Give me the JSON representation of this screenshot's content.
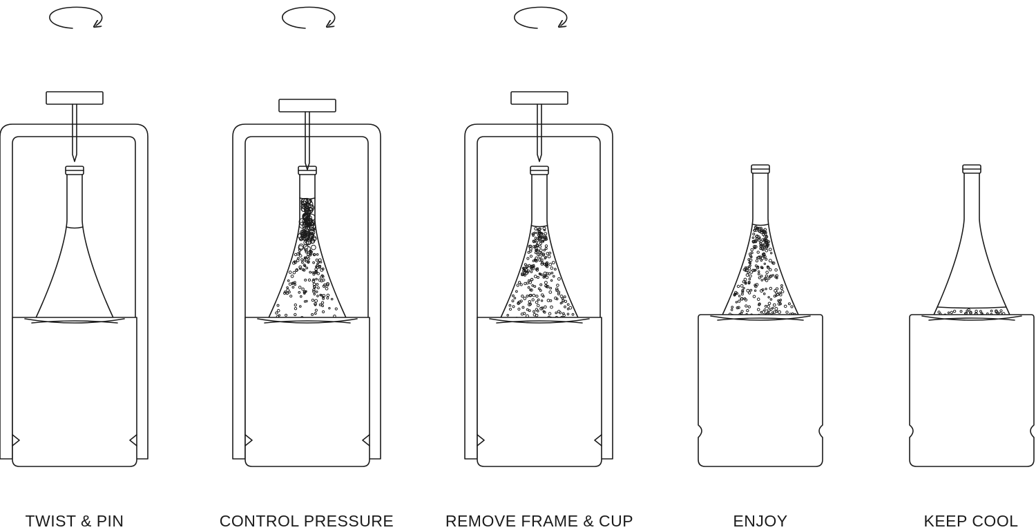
{
  "colors": {
    "line": "#1a1a1a",
    "background": "#ffffff"
  },
  "steps": [
    {
      "label": "TWIST & PIN",
      "icon": "twist-arrow-icon",
      "frame": true,
      "pin": true,
      "cap_raised": false,
      "fill": "none"
    },
    {
      "label": "CONTROL PRESSURE",
      "icon": "twist-arrow-icon",
      "frame": true,
      "pin": true,
      "cap_raised": true,
      "fill": "pressurized"
    },
    {
      "label": "REMOVE FRAME & CUP",
      "icon": "twist-arrow-icon",
      "frame": true,
      "pin": true,
      "cap_raised": false,
      "fill": "bubbly"
    },
    {
      "label": "ENJOY",
      "icon": null,
      "frame": false,
      "pin": false,
      "cap_raised": false,
      "fill": "bubbly"
    },
    {
      "label": "KEEP COOL",
      "icon": null,
      "frame": false,
      "pin": false,
      "cap_raised": false,
      "fill": "low"
    }
  ]
}
